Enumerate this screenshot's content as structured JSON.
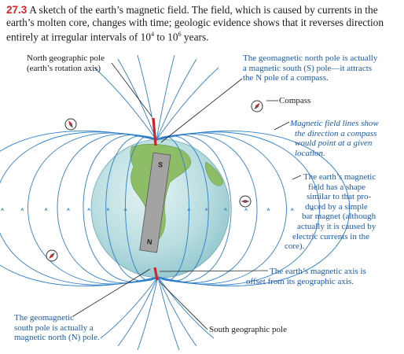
{
  "caption": {
    "figure_number": "27.3",
    "text_1": "A sketch of the earth’s magnetic field. The field, which is caused by currents in the earth’s molten core, changes with time; geologic evidence shows that it reverses direction entirely at irregular intervals of 10",
    "exp_1": "4",
    "text_2": " to 10",
    "exp_2": "6",
    "text_3": " years."
  },
  "labels": {
    "north_geo_pole": [
      "North geographic pole",
      "(earth’s rotation axis)"
    ],
    "geomag_north": [
      "The geomagnetic north pole is actually",
      "a magnetic south (S) pole—it attracts",
      "the N pole of a compass."
    ],
    "compass": "Compass",
    "field_lines": [
      "Magnetic field lines show",
      "the direction a compass",
      "would point at a given",
      "location."
    ],
    "shape": [
      "The earth’s magnetic",
      "field has a shape",
      "similar to that pro-",
      "duced by a simple",
      "bar magnet (although",
      "actually it is caused by",
      "electric currents in the",
      "core)."
    ],
    "axis_offset": [
      "The earth’s magnetic axis is",
      "offset from its geographic axis."
    ],
    "geomag_south": [
      "The geomagnetic",
      "south pole is actually a",
      "magnetic north (N) pole."
    ],
    "south_geo_pole": "South geographic pole"
  },
  "magnet": {
    "top_letter": "S",
    "bottom_letter": "N"
  },
  "colors": {
    "field_line": "#2f7fc9",
    "axis_red": "#d2232a",
    "earth": "#b9dde0",
    "land": "#8ebd68",
    "magnet": "#9a9a9a",
    "callout_blue": "#1a5aa8"
  }
}
